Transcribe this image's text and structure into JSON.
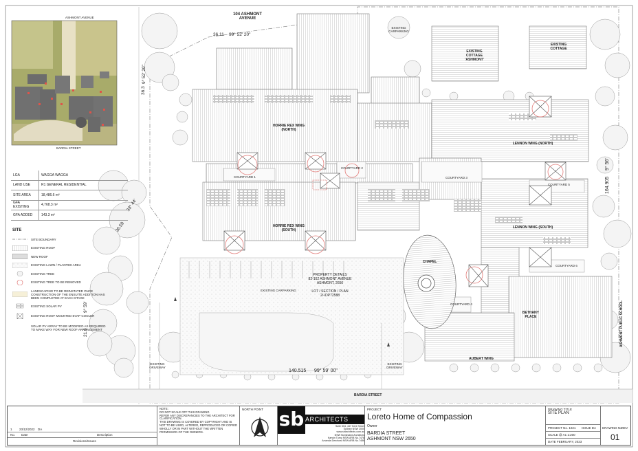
{
  "keyplan": {
    "top_street": "ASHMONT AVENUE",
    "bottom_street": "BARDIA STREET"
  },
  "site_info": [
    {
      "label": "LGA",
      "value": "WAGGA WAGGA"
    },
    {
      "label": "LAND USE",
      "value": "R1   GENERAL RESIDENTIAL"
    },
    {
      "label": "SITE AREA",
      "value": "18,486.6 m²"
    },
    {
      "label": "GFA EXISTING",
      "value": "4,768.3 m²"
    },
    {
      "label": "GFA ADDED",
      "value": "143.3 m²"
    }
  ],
  "legend": {
    "title": "SITE",
    "items": [
      "SITE BOUNDARY",
      "EXISTING ROOF",
      "NEW ROOF",
      "EXISTING LAWN / PLANTED AREA",
      "EXISTING TREE",
      "EXISTING TREE TO BE REMOVED",
      "LANDSCAPING TO BE REINSTATED ONCE CONSTRUCTION OF THE ENSUITE ADDITION HAS BEEN COMPLETED AT EACH STAGE",
      "EXISTING SOLAR PV",
      "EXISTING ROOF MOUNTED EVAP COOLER",
      "SOLAR PV ARRAY TO BE MODIFIED AS REQUIRED TO MAKE WAY FOR NEW ROOF ARRANGEMENT"
    ]
  },
  "plan": {
    "top_address": "104 ASHMONT\nAVENUE",
    "dims": {
      "top": "36.11    99° 52' 20\"",
      "left_upper": "36.3",
      "left_upper_bearing": "9° 52' 20\"",
      "diag": "33° 44'",
      "diag_len": "36.59",
      "left_lower": "21.6",
      "left_lower_bearing": "9° 59'",
      "bottom": "140.515      99° 59' 00\"",
      "right": "164.905",
      "right_bearing": "9° 56'"
    },
    "labels": {
      "cottage_ashmont": "EXISTING\nCOTTAGE\n'ASHMONT'",
      "cottage": "EXISTING\nCOTTAGE",
      "horrie_north": "HORRIE REX WING\n(NORTH)",
      "horrie_south": "HORRIE REX WING\n(SOUTH)",
      "lennon_north": "LENNON WING (NORTH)",
      "lennon_south": "LENNON WING (SOUTH)",
      "chapel": "CHAPEL",
      "bethany": "BETHANY\nPLACE",
      "aubert": "AUBERT WING",
      "carparking": "EXISTING CARPARKING",
      "carparking_top": "EXISTING\nCARPARKING",
      "driveway_left": "EXISTING\nDRIVEWAY",
      "driveway_right": "EXISTING\nDRIVEWAY",
      "bardia": "BARDIA STREET",
      "school": "ASHMONT PUBLIC SCHOOL",
      "courtyard1": "COURTYARD 1",
      "courtyard2": "COURTYARD 2",
      "courtyard3": "COURTYARD 3",
      "courtyard4": "COURTYARD 4",
      "courtyard5": "COURTYARD 5",
      "courtyard6": "COURTYARD 6",
      "property": "PROPERTY DETAILS\n82-102 ASHMONT AVENUE\nASHMONT, 2650\n\nLOT / SECTION / PLAN\n2/-/DP72588"
    }
  },
  "titleblock": {
    "rev_no": "1",
    "rev_date": "23/12/2022",
    "rev_code": "DA",
    "col_no": "No.",
    "col_date": "Date",
    "col_desc": "Description",
    "revisions_caption": "Revisions/Issues",
    "note": "NOTE:\nDO NOT SCALE OFF THIS DRAWING\nREFER ANY DISCREPANCIES TO THE ARCHITECT FOR CLARIFICATION.\nTHIS DRAWING IS COVERED BY COPYRIGHT AND IS NOT TO BE USED, ALTERED, REPRODUCED OR COPIED WHOLLY OR IN PART WITHOUT THE WRITTEN PERMISSION OF THE OWNERS.",
    "north_point": "NORTH POINT",
    "logo_letters": "sb",
    "logo_word": "ARCHITECTS",
    "firm_details": "Suite 504, 447 Kent Street\nSydney   NSW   2000\nwww.sbarchitects.com.au\nNSW Nominated Architects\nKarwin Turny NSW ARB No.7478\nAmanda Dewhurst NSW ARB No.7486",
    "project_label": "PROJECT",
    "project_name": "Loreto Home of Compassion",
    "client_label": "Owner",
    "address_line1": "BARDIA STREET",
    "address_line2": "ASHMONT  NSW  2650",
    "drawing_title_label": "DRAWING TITLE",
    "drawing_title": "SITE PLAN",
    "project_no": "PROJECT No.  1021",
    "issue": "ISSUE  DA",
    "scale": "SCALE @  A1   1:200",
    "date": "DATE   FEBRUARY, 2023",
    "drawing_no_label": "DRAWING No.",
    "drawing_no": "01",
    "rev_label": "REV"
  }
}
